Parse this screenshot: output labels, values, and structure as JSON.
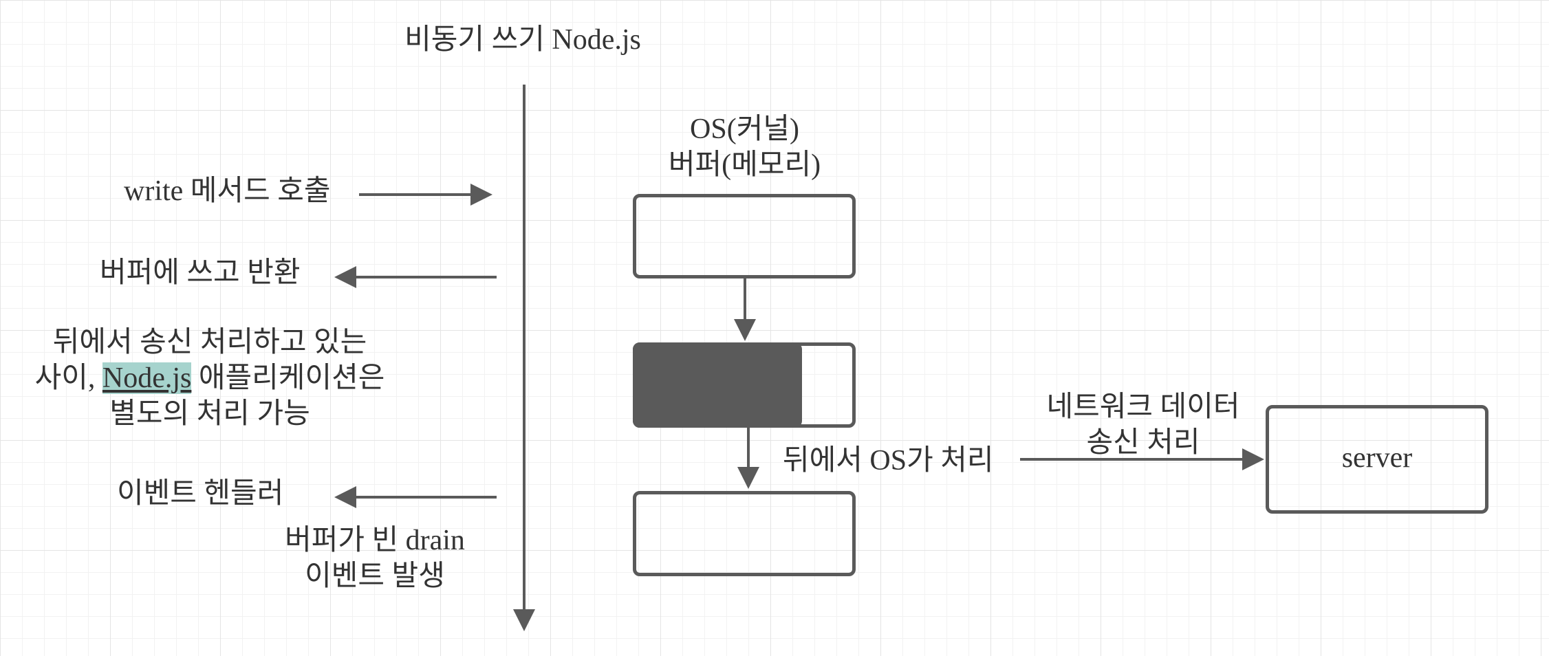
{
  "diagram": {
    "title": "비동기 쓰기 Node.js",
    "timeline_events": {
      "write_call": "write 메서드 호출",
      "buffer_write_return": "버퍼에 쓰고 반환",
      "background_note": {
        "line1": "뒤에서 송신 처리하고 있는",
        "line2_prefix": "사이, ",
        "line2_highlight": "Node.js",
        "line2_suffix": " 애플리케이션은",
        "line3": "별도의 처리 가능"
      },
      "event_handler": "이벤트 헨들러",
      "drain_event": {
        "line1": "버퍼가 빈 drain",
        "line2": "이벤트 발생"
      }
    },
    "buffer": {
      "label_line1": "OS(커널)",
      "label_line2": "버퍼(메모리)",
      "states": [
        {
          "state": "empty",
          "fill_fraction": 0
        },
        {
          "state": "filled",
          "fill_fraction": 0.76
        },
        {
          "state": "empty",
          "fill_fraction": 0
        }
      ]
    },
    "os_process": "뒤에서 OS가 처리",
    "network": {
      "line1": "네트워크 데이터",
      "line2": "송신 처리"
    },
    "server": "server"
  },
  "colors": {
    "stroke": "#5a5a5a",
    "text": "#333333",
    "highlight": "#a6d3cd",
    "grid": "#e4e4e4"
  }
}
